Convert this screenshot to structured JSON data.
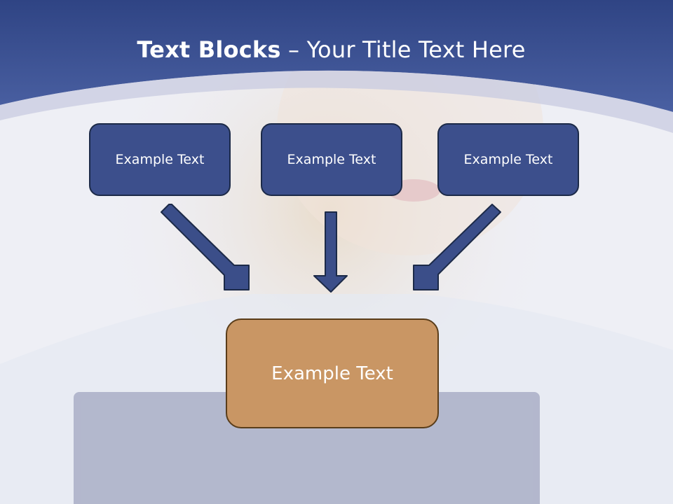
{
  "slide": {
    "title_bold": "Text Blocks",
    "title_dash": " – ",
    "title_rest": "Your Title Text Here"
  },
  "blocks": [
    {
      "label": "Example Text"
    },
    {
      "label": "Example Text"
    },
    {
      "label": "Example Text"
    }
  ],
  "target": {
    "label": "Example Text"
  },
  "colors": {
    "header_blue": "#3b4f8e",
    "box_blue": "#3c4f8c",
    "box_orange": "#c99664",
    "arrow_fill": "#3b4e89",
    "arrow_stroke": "#1c2a48"
  }
}
